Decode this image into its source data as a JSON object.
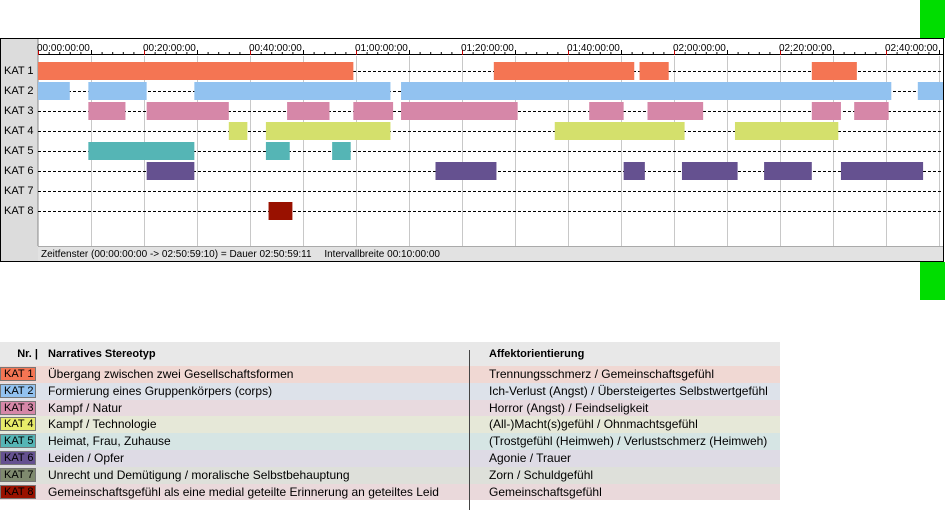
{
  "timeline": {
    "ticks": [
      "00:00:00:00",
      "00:20:00:00",
      "00:40:00:00",
      "01:00:00:00",
      "01:20:00:00",
      "01:40:00:00",
      "02:00:00:00",
      "02:20:00:00",
      "02:40:00:00"
    ],
    "rows": [
      {
        "label": "KAT 1",
        "color": "#f47553",
        "segments": [
          [
            0,
            59.5
          ],
          [
            86,
            112.5
          ],
          [
            113.5,
            119
          ],
          [
            146,
            154.5
          ]
        ]
      },
      {
        "label": "KAT 2",
        "color": "#92c2f0",
        "segments": [
          [
            0,
            6
          ],
          [
            9.5,
            20.5
          ],
          [
            29.5,
            66.5
          ],
          [
            68.5,
            161
          ],
          [
            166,
            170.98
          ]
        ]
      },
      {
        "label": "KAT 3",
        "color": "#d687a8",
        "segments": [
          [
            9.5,
            16.5
          ],
          [
            20.5,
            36
          ],
          [
            47,
            55
          ],
          [
            59.5,
            67
          ],
          [
            68.5,
            90.5
          ],
          [
            104,
            110.5
          ],
          [
            115,
            125.5
          ],
          [
            146,
            151.5
          ],
          [
            154,
            160.5
          ]
        ]
      },
      {
        "label": "KAT 4",
        "color": "#d4e06c",
        "segments": [
          [
            36,
            39.5
          ],
          [
            43,
            66.5
          ],
          [
            97.5,
            122
          ],
          [
            131.5,
            151
          ]
        ]
      },
      {
        "label": "KAT 5",
        "color": "#55b5b5",
        "segments": [
          [
            9.5,
            29.5
          ],
          [
            43,
            47.5
          ],
          [
            55.5,
            59
          ]
        ]
      },
      {
        "label": "KAT 6",
        "color": "#655190",
        "segments": [
          [
            20.5,
            29.5
          ],
          [
            75,
            86.5
          ],
          [
            110.5,
            114.5
          ],
          [
            121.5,
            132
          ],
          [
            137,
            146
          ],
          [
            151.5,
            167
          ]
        ]
      },
      {
        "label": "KAT 7",
        "color": "#888888",
        "segments": []
      },
      {
        "label": "KAT 8",
        "color": "#991100",
        "segments": [
          [
            43.5,
            48
          ]
        ]
      }
    ],
    "status": {
      "window": "Zeitfenster (00:00:00:00 -> 02:50:59:10) = Dauer 02:50:59:11",
      "interval": "Intervallbreite 00:10:00:00"
    }
  },
  "legend": {
    "headers": {
      "nr": "Nr. |",
      "stereotyp": "Narratives Stereotyp",
      "affekt": "Affektorientierung"
    },
    "rows": [
      {
        "nr": "KAT 1",
        "color": "#f47553",
        "row_bg": "#f0d8d3",
        "stereotyp": "Übergang zwischen zwei Gesellschaftsformen",
        "affekt": "Trennungsschmerz / Gemeinschaftsgefühl"
      },
      {
        "nr": "KAT 2",
        "color": "#92c2f0",
        "row_bg": "#dde2ea",
        "stereotyp": "Formierung eines Gruppenkörpers (corps)",
        "affekt": "Ich-Verlust (Angst) / Übersteigertes Selbstwertgefühl"
      },
      {
        "nr": "KAT 3",
        "color": "#d687a8",
        "row_bg": "#e8dadf",
        "stereotyp": "Kampf / Natur",
        "affekt": "Horror (Angst) / Feindseligkeit"
      },
      {
        "nr": "KAT 4",
        "color": "#e8ec6a",
        "row_bg": "#e6e8d8",
        "stereotyp": "Kampf / Technologie",
        "affekt": "(All-)Macht(s)gefühl / Ohnmachtsgefühl"
      },
      {
        "nr": "KAT 5",
        "color": "#55b5b5",
        "row_bg": "#d6e5e4",
        "stereotyp": "Heimat, Frau, Zuhause",
        "affekt": "(Trostgefühl (Heimweh) / Verlustschmerz (Heimweh)"
      },
      {
        "nr": "KAT 6",
        "color": "#655190",
        "row_bg": "#dedbe5",
        "stereotyp": "Leiden / Opfer",
        "affekt": "Agonie / Trauer"
      },
      {
        "nr": "KAT 7",
        "color": "#7f8a6e",
        "row_bg": "#dee0da",
        "stereotyp": "Unrecht und Demütigung / moralische Selbstbehauptung",
        "affekt": "Zorn / Schuldgefühl"
      },
      {
        "nr": "KAT 8",
        "color": "#991100",
        "row_bg": "#ead9db",
        "stereotyp": "Gemeinschaftsgefühl als eine medial geteilte Erinnerung an geteiltes Leid",
        "affekt": "Gemeinschaftsgefühl"
      }
    ]
  }
}
